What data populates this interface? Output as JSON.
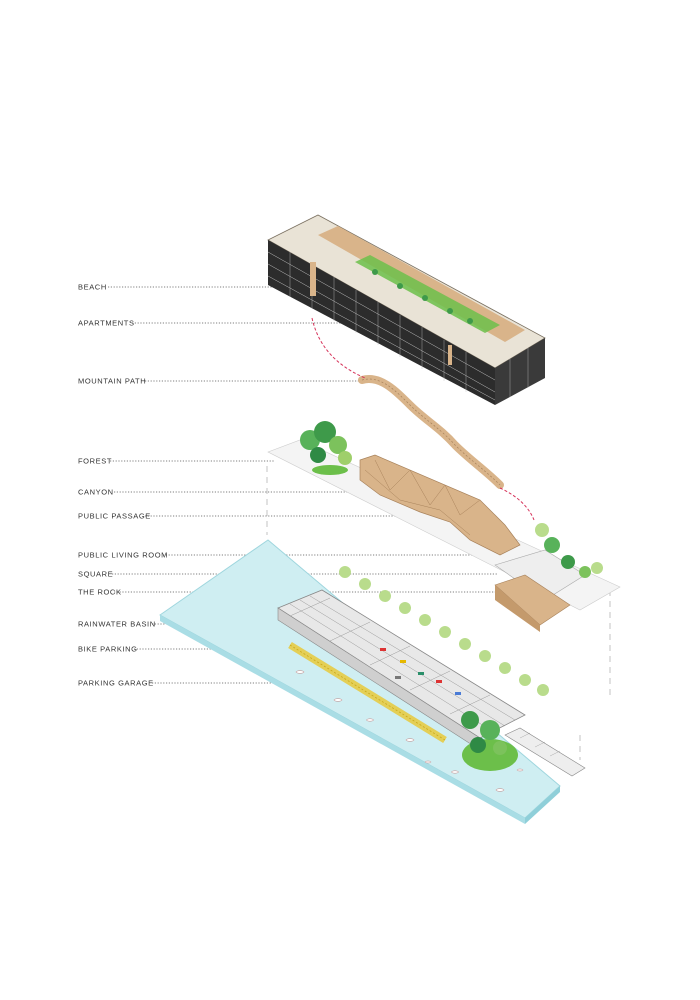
{
  "labels": [
    "BEACH",
    "APARTMENTS",
    "MOUNTAIN PATH",
    "FOREST",
    "CANYON",
    "PUBLIC PASSAGE",
    "PUBLIC LIVING ROOM",
    "SQUARE",
    "THE ROCK",
    "RAINWATER BASIN",
    "BIKE PARKING",
    "PARKING GARAGE"
  ],
  "colors": {
    "leader_line": "#555555",
    "connector_dash": "#d6335a",
    "water": "#cfeef2",
    "water_edge": "#9fd6de",
    "timber": "#d9b48a",
    "facade": "#2c2c2c",
    "greenery": "#6cbf4a",
    "trees": "#b9dc8c",
    "bike_yellow": "#e8c93b"
  }
}
